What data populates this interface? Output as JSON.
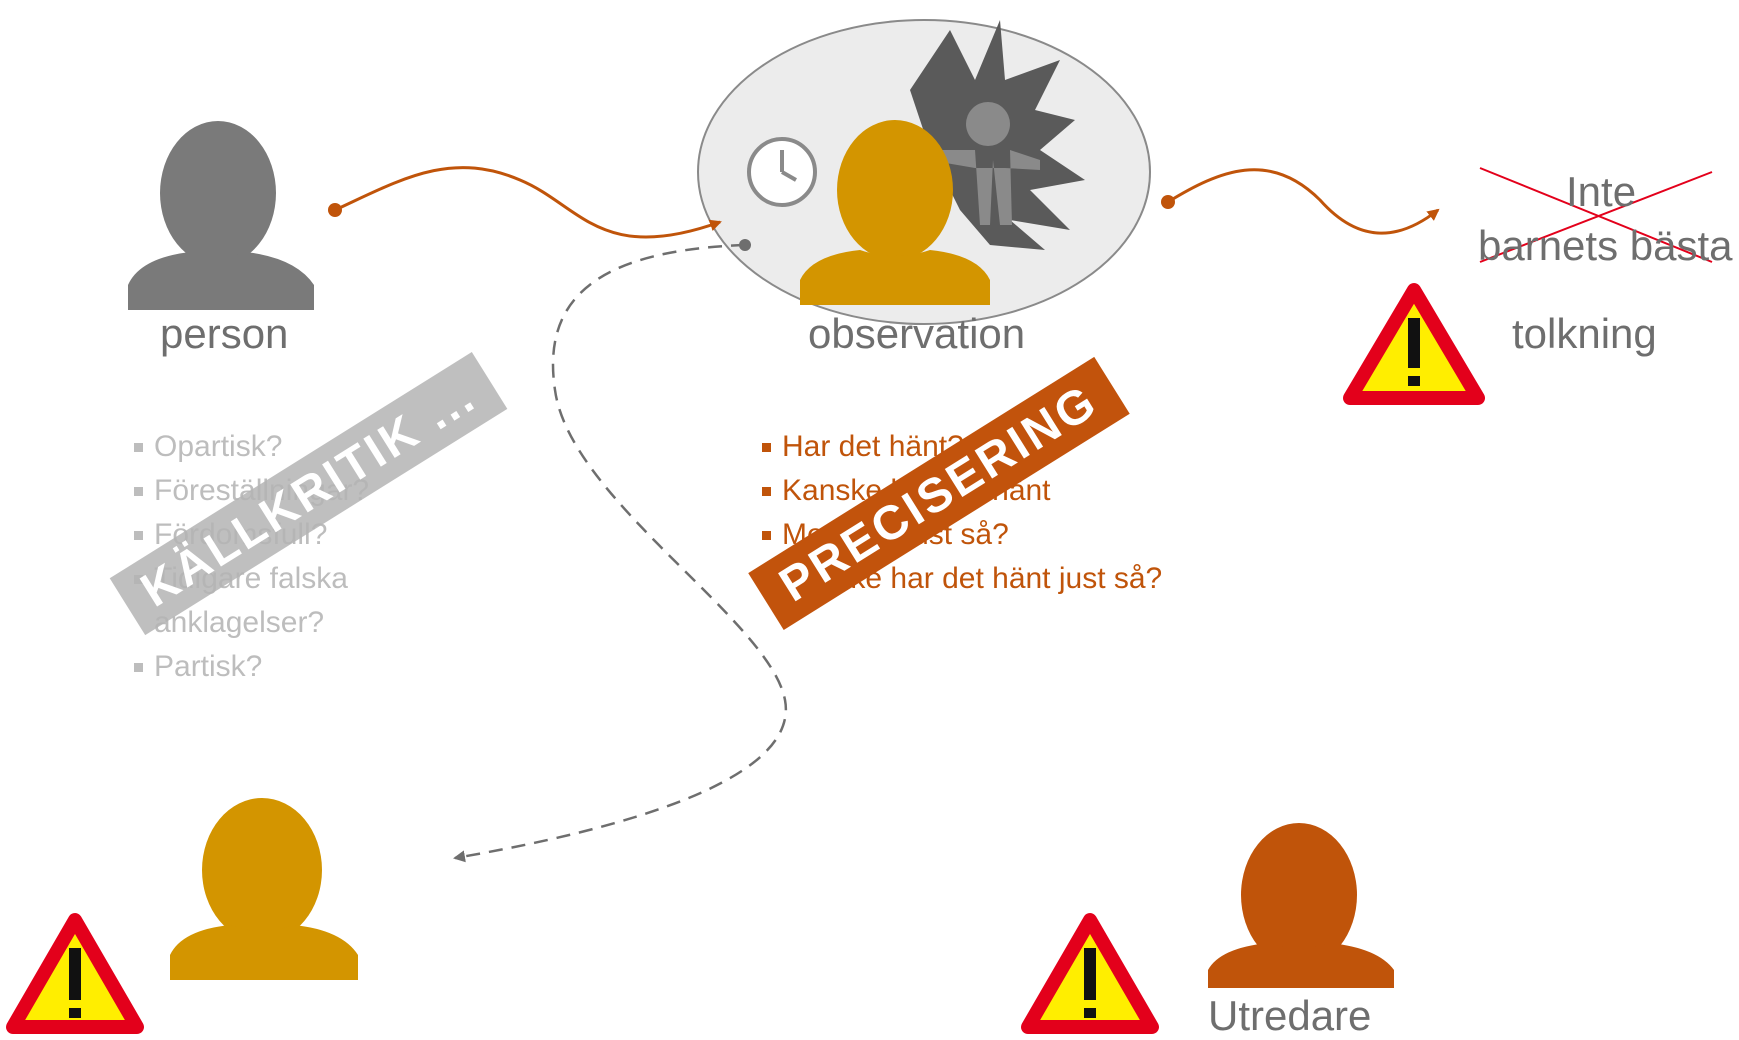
{
  "nodes": {
    "person": {
      "label": "person"
    },
    "observation": {
      "label": "observation"
    },
    "interpretation": {
      "label_line1": "Inte",
      "label_line2": "barnets bästa",
      "caption": "tolkning"
    },
    "investigator": {
      "label": "Utredare"
    }
  },
  "source_questions": [
    "Opartisk?",
    "Föreställningar?",
    "Fördomsfull?",
    "Tidigare falska",
    "anklagelser?",
    "Partisk?"
  ],
  "precision_questions": [
    "Har det hänt?",
    "Kanske har det hänt",
    "Men inte just så?",
    "Kanske har det hänt just så?"
  ],
  "stamps": {
    "source_criticism": "KÄLLKRITIK ...",
    "precision": "PRECISERING"
  },
  "colors": {
    "gray_person": "#7a7a7a",
    "amber_person": "#d39500",
    "investigator": "#c0540a",
    "arrow_orange": "#c0540a",
    "warning_red": "#e3001b",
    "warning_yellow": "#ffee00"
  },
  "icons": [
    "person-icon",
    "clock-icon",
    "explosion-icon",
    "warning-icon"
  ]
}
